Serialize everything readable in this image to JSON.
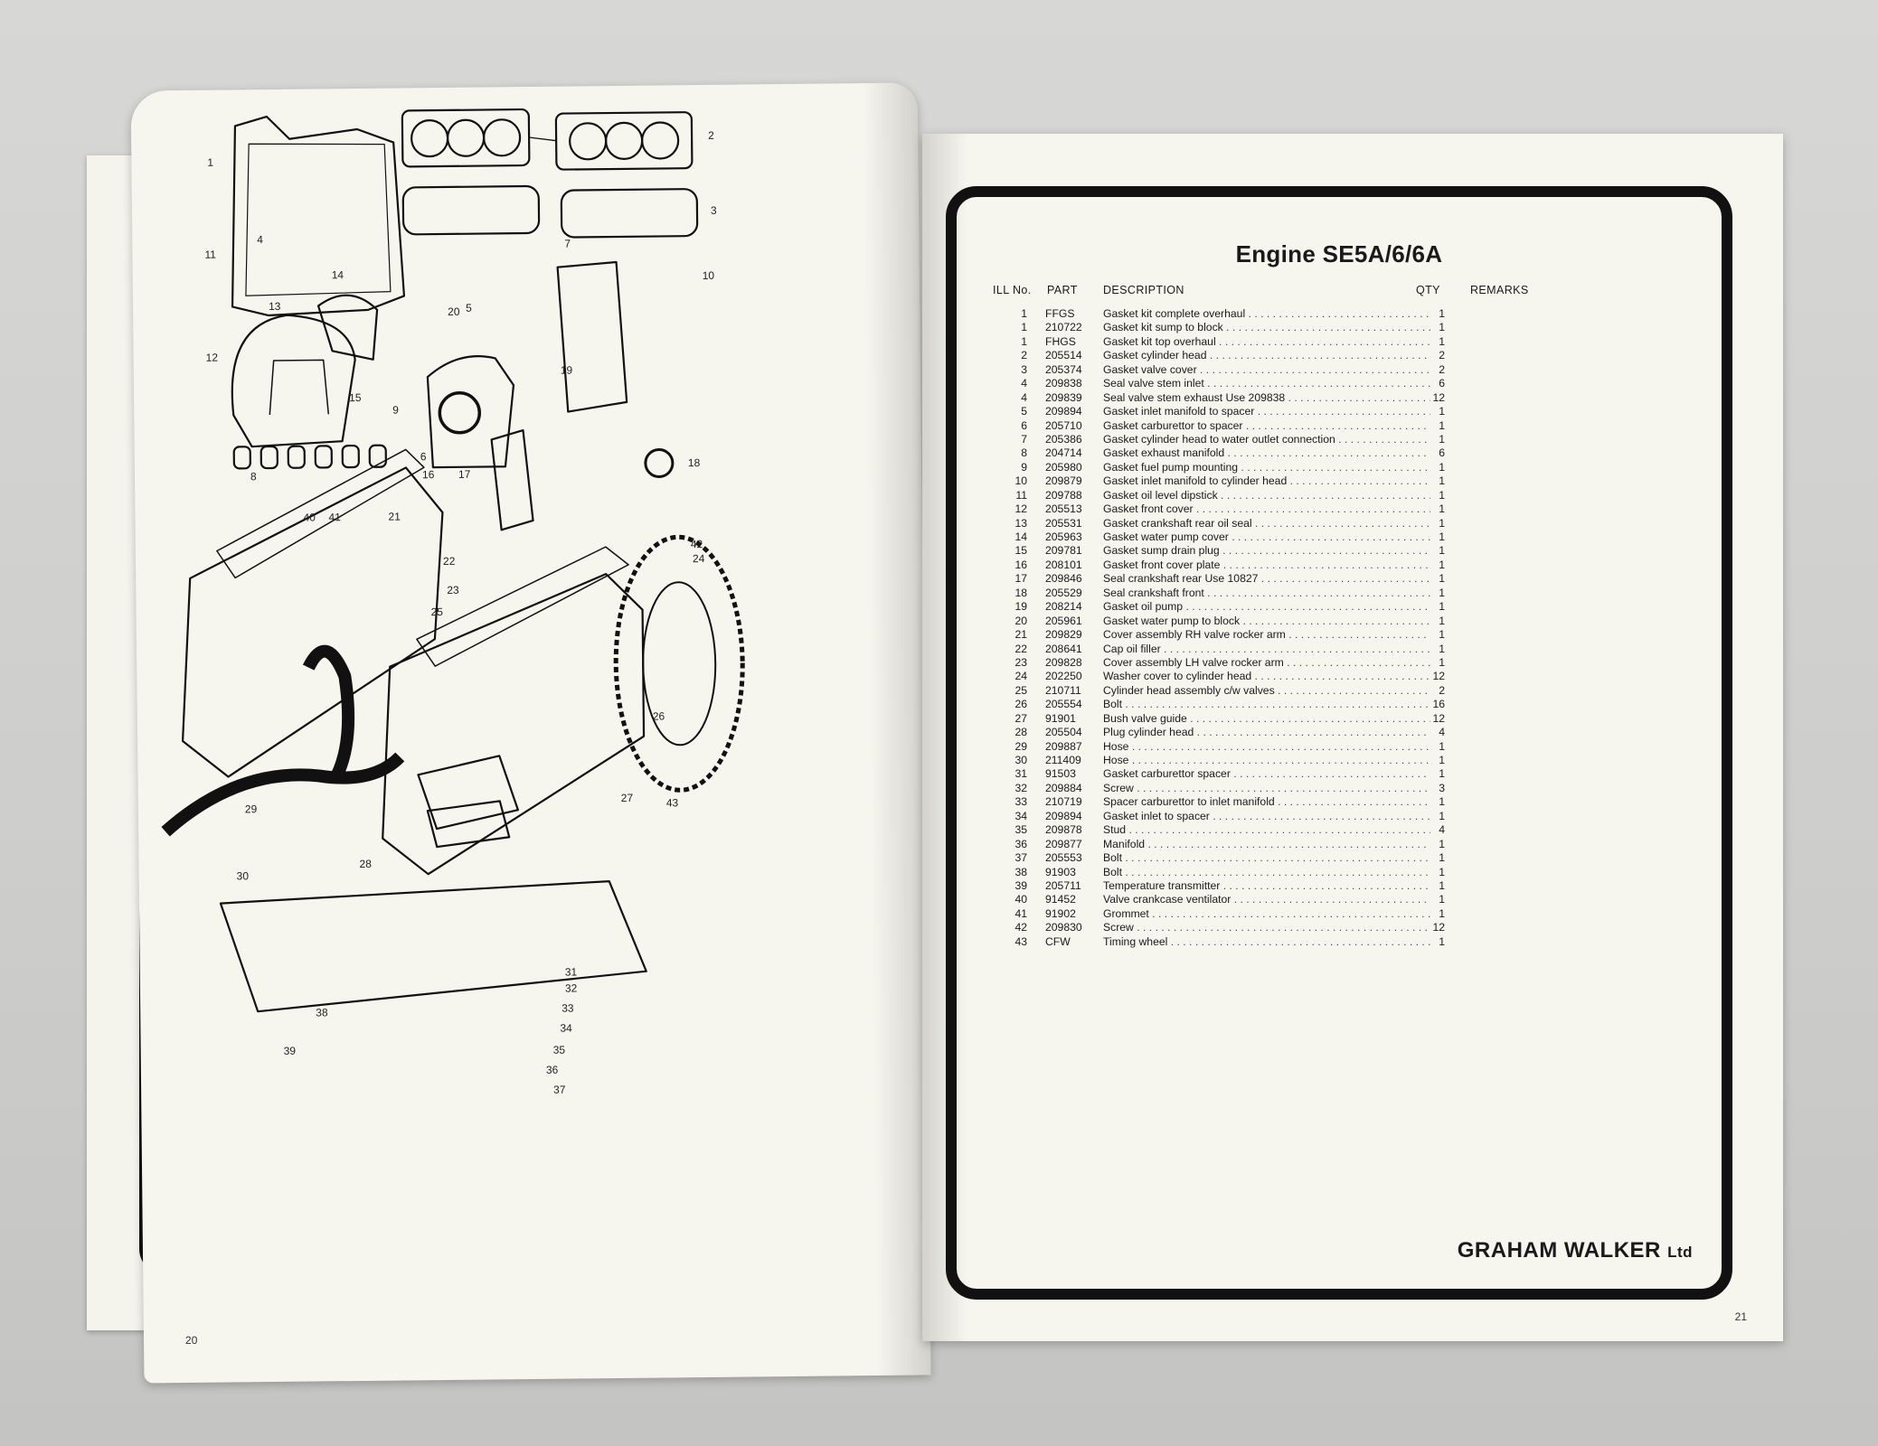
{
  "right_page": {
    "title": "Engine SE5A/6/6A",
    "headers": {
      "ill": "ILL No.",
      "part": "PART",
      "description": "DESCRIPTION",
      "qty": "QTY",
      "remarks": "REMARKS"
    },
    "rows": [
      {
        "ill": "1",
        "part": "FFGS",
        "desc": "Gasket kit complete overhaul",
        "qty": "1"
      },
      {
        "ill": "1",
        "part": "210722",
        "desc": "Gasket kit sump to block",
        "qty": "1"
      },
      {
        "ill": "1",
        "part": "FHGS",
        "desc": "Gasket kit top overhaul",
        "qty": "1"
      },
      {
        "ill": "2",
        "part": "205514",
        "desc": "Gasket cylinder head",
        "qty": "2"
      },
      {
        "ill": "3",
        "part": "205374",
        "desc": "Gasket valve cover",
        "qty": "2"
      },
      {
        "ill": "4",
        "part": "209838",
        "desc": "Seal valve stem inlet",
        "qty": "6"
      },
      {
        "ill": "4",
        "part": "209839",
        "desc": "Seal valve stem exhaust Use 209838",
        "qty": "12"
      },
      {
        "ill": "5",
        "part": "209894",
        "desc": "Gasket inlet manifold to spacer",
        "qty": "1"
      },
      {
        "ill": "6",
        "part": "205710",
        "desc": "Gasket carburettor to spacer",
        "qty": "1"
      },
      {
        "ill": "7",
        "part": "205386",
        "desc": "Gasket cylinder head to water outlet connection",
        "qty": "1"
      },
      {
        "ill": "8",
        "part": "204714",
        "desc": "Gasket exhaust manifold",
        "qty": "6"
      },
      {
        "ill": "9",
        "part": "205980",
        "desc": "Gasket fuel pump mounting",
        "qty": "1"
      },
      {
        "ill": "10",
        "part": "209879",
        "desc": "Gasket inlet manifold to cylinder head",
        "qty": "1"
      },
      {
        "ill": "11",
        "part": "209788",
        "desc": "Gasket oil level dipstick",
        "qty": "1"
      },
      {
        "ill": "12",
        "part": "205513",
        "desc": "Gasket front cover",
        "qty": "1"
      },
      {
        "ill": "13",
        "part": "205531",
        "desc": "Gasket crankshaft rear oil seal",
        "qty": "1"
      },
      {
        "ill": "14",
        "part": "205963",
        "desc": "Gasket water pump cover",
        "qty": "1"
      },
      {
        "ill": "15",
        "part": "209781",
        "desc": "Gasket sump drain plug",
        "qty": "1"
      },
      {
        "ill": "16",
        "part": "208101",
        "desc": "Gasket front cover plate",
        "qty": "1"
      },
      {
        "ill": "17",
        "part": "209846",
        "desc": "Seal crankshaft rear Use 10827",
        "qty": "1"
      },
      {
        "ill": "18",
        "part": "205529",
        "desc": "Seal crankshaft front",
        "qty": "1"
      },
      {
        "ill": "19",
        "part": "208214",
        "desc": "Gasket oil pump",
        "qty": "1"
      },
      {
        "ill": "20",
        "part": "205961",
        "desc": "Gasket water pump to block",
        "qty": "1"
      },
      {
        "ill": "21",
        "part": "209829",
        "desc": "Cover assembly RH valve rocker arm",
        "qty": "1"
      },
      {
        "ill": "22",
        "part": "208641",
        "desc": "Cap oil filler",
        "qty": "1"
      },
      {
        "ill": "23",
        "part": "209828",
        "desc": "Cover assembly LH valve rocker arm",
        "qty": "1"
      },
      {
        "ill": "24",
        "part": "202250",
        "desc": "Washer cover to cylinder head",
        "qty": "12"
      },
      {
        "ill": "25",
        "part": "210711",
        "desc": "Cylinder head assembly c/w valves",
        "qty": "2"
      },
      {
        "ill": "26",
        "part": "205554",
        "desc": "Bolt",
        "qty": "16"
      },
      {
        "ill": "27",
        "part": "91901",
        "desc": "Bush valve guide",
        "qty": "12"
      },
      {
        "ill": "28",
        "part": "205504",
        "desc": "Plug cylinder head",
        "qty": "4"
      },
      {
        "ill": "29",
        "part": "209887",
        "desc": "Hose",
        "qty": "1"
      },
      {
        "ill": "30",
        "part": "211409",
        "desc": "Hose",
        "qty": "1"
      },
      {
        "ill": "31",
        "part": "91503",
        "desc": "Gasket carburettor spacer",
        "qty": "1"
      },
      {
        "ill": "32",
        "part": "209884",
        "desc": "Screw",
        "qty": "3"
      },
      {
        "ill": "33",
        "part": "210719",
        "desc": "Spacer carburettor to inlet manifold",
        "qty": "1"
      },
      {
        "ill": "34",
        "part": "209894",
        "desc": "Gasket inlet to spacer",
        "qty": "1"
      },
      {
        "ill": "35",
        "part": "209878",
        "desc": "Stud",
        "qty": "4"
      },
      {
        "ill": "36",
        "part": "209877",
        "desc": "Manifold",
        "qty": "1"
      },
      {
        "ill": "37",
        "part": "205553",
        "desc": "Bolt",
        "qty": "1"
      },
      {
        "ill": "38",
        "part": "91903",
        "desc": "Bolt",
        "qty": "1"
      },
      {
        "ill": "39",
        "part": "205711",
        "desc": "Temperature transmitter",
        "qty": "1"
      },
      {
        "ill": "40",
        "part": "91452",
        "desc": "Valve crankcase ventilator",
        "qty": "1"
      },
      {
        "ill": "41",
        "part": "91902",
        "desc": "Grommet",
        "qty": "1"
      },
      {
        "ill": "42",
        "part": "209830",
        "desc": "Screw",
        "qty": "12"
      },
      {
        "ill": "43",
        "part": "CFW",
        "desc": "Timing wheel",
        "qty": "1"
      }
    ],
    "logo_main": "GRAHAM WALKER ",
    "logo_suffix": "Ltd",
    "page_number": "21"
  },
  "left_page": {
    "page_number": "20",
    "callouts": [
      "1",
      "2",
      "3",
      "4",
      "5",
      "6",
      "7",
      "8",
      "9",
      "10",
      "11",
      "12",
      "13",
      "14",
      "15",
      "16",
      "17",
      "18",
      "19",
      "20",
      "21",
      "22",
      "23",
      "24",
      "25",
      "26",
      "27",
      "28",
      "29",
      "30",
      "31",
      "32",
      "33",
      "34",
      "35",
      "36",
      "37",
      "38",
      "39",
      "40",
      "41",
      "42",
      "43"
    ]
  },
  "colors": {
    "paper": "#f6f5ee",
    "ink": "#111111",
    "background": "#cfcfcd"
  }
}
